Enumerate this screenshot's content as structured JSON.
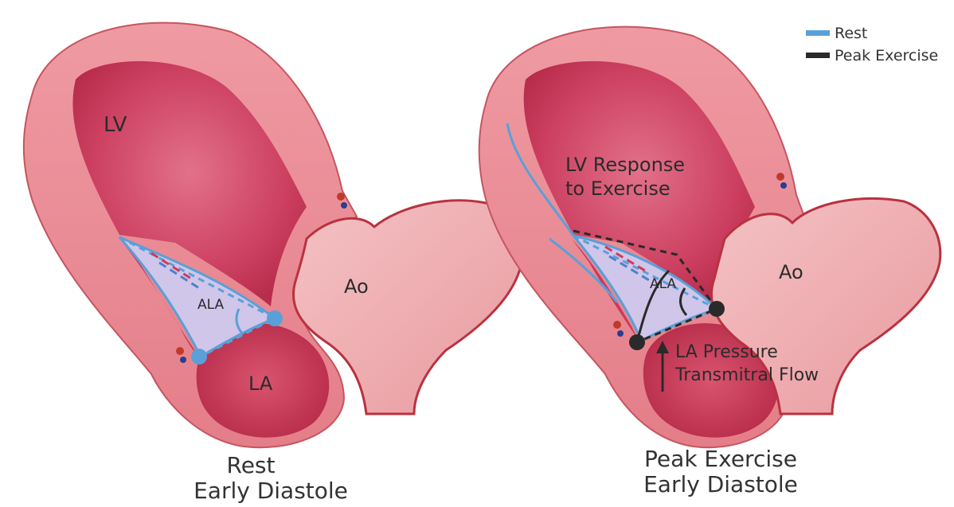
{
  "legend": {
    "items": [
      {
        "label": "Rest",
        "color": "#5aa0d8"
      },
      {
        "label": "Peak Exercise",
        "color": "#2a2a2a"
      }
    ]
  },
  "left_panel": {
    "lv_label": "LV",
    "ao_label": "Ao",
    "la_label": "LA",
    "angle_label": "ALA",
    "caption_line1": "Rest",
    "caption_line2": "Early Diastole"
  },
  "right_panel": {
    "ao_label": "Ao",
    "lv_response_line1": "LV Response",
    "lv_response_line2": "to Exercise",
    "angle_label": "ALA",
    "la_pressure_line1": "LA Pressure",
    "la_pressure_line2": "Transmitral Flow",
    "caption_line1": "Peak Exercise",
    "caption_line2": "Early Diastole"
  },
  "colors": {
    "wall": "#e98a93",
    "wall_edge": "#b9323f",
    "cavity": "#c9395a",
    "cavity_light": "#dc5b76",
    "leaflet": "#cfc6ea",
    "rest_line": "#5aa0d8",
    "exercise_line": "#2a2a2a"
  }
}
